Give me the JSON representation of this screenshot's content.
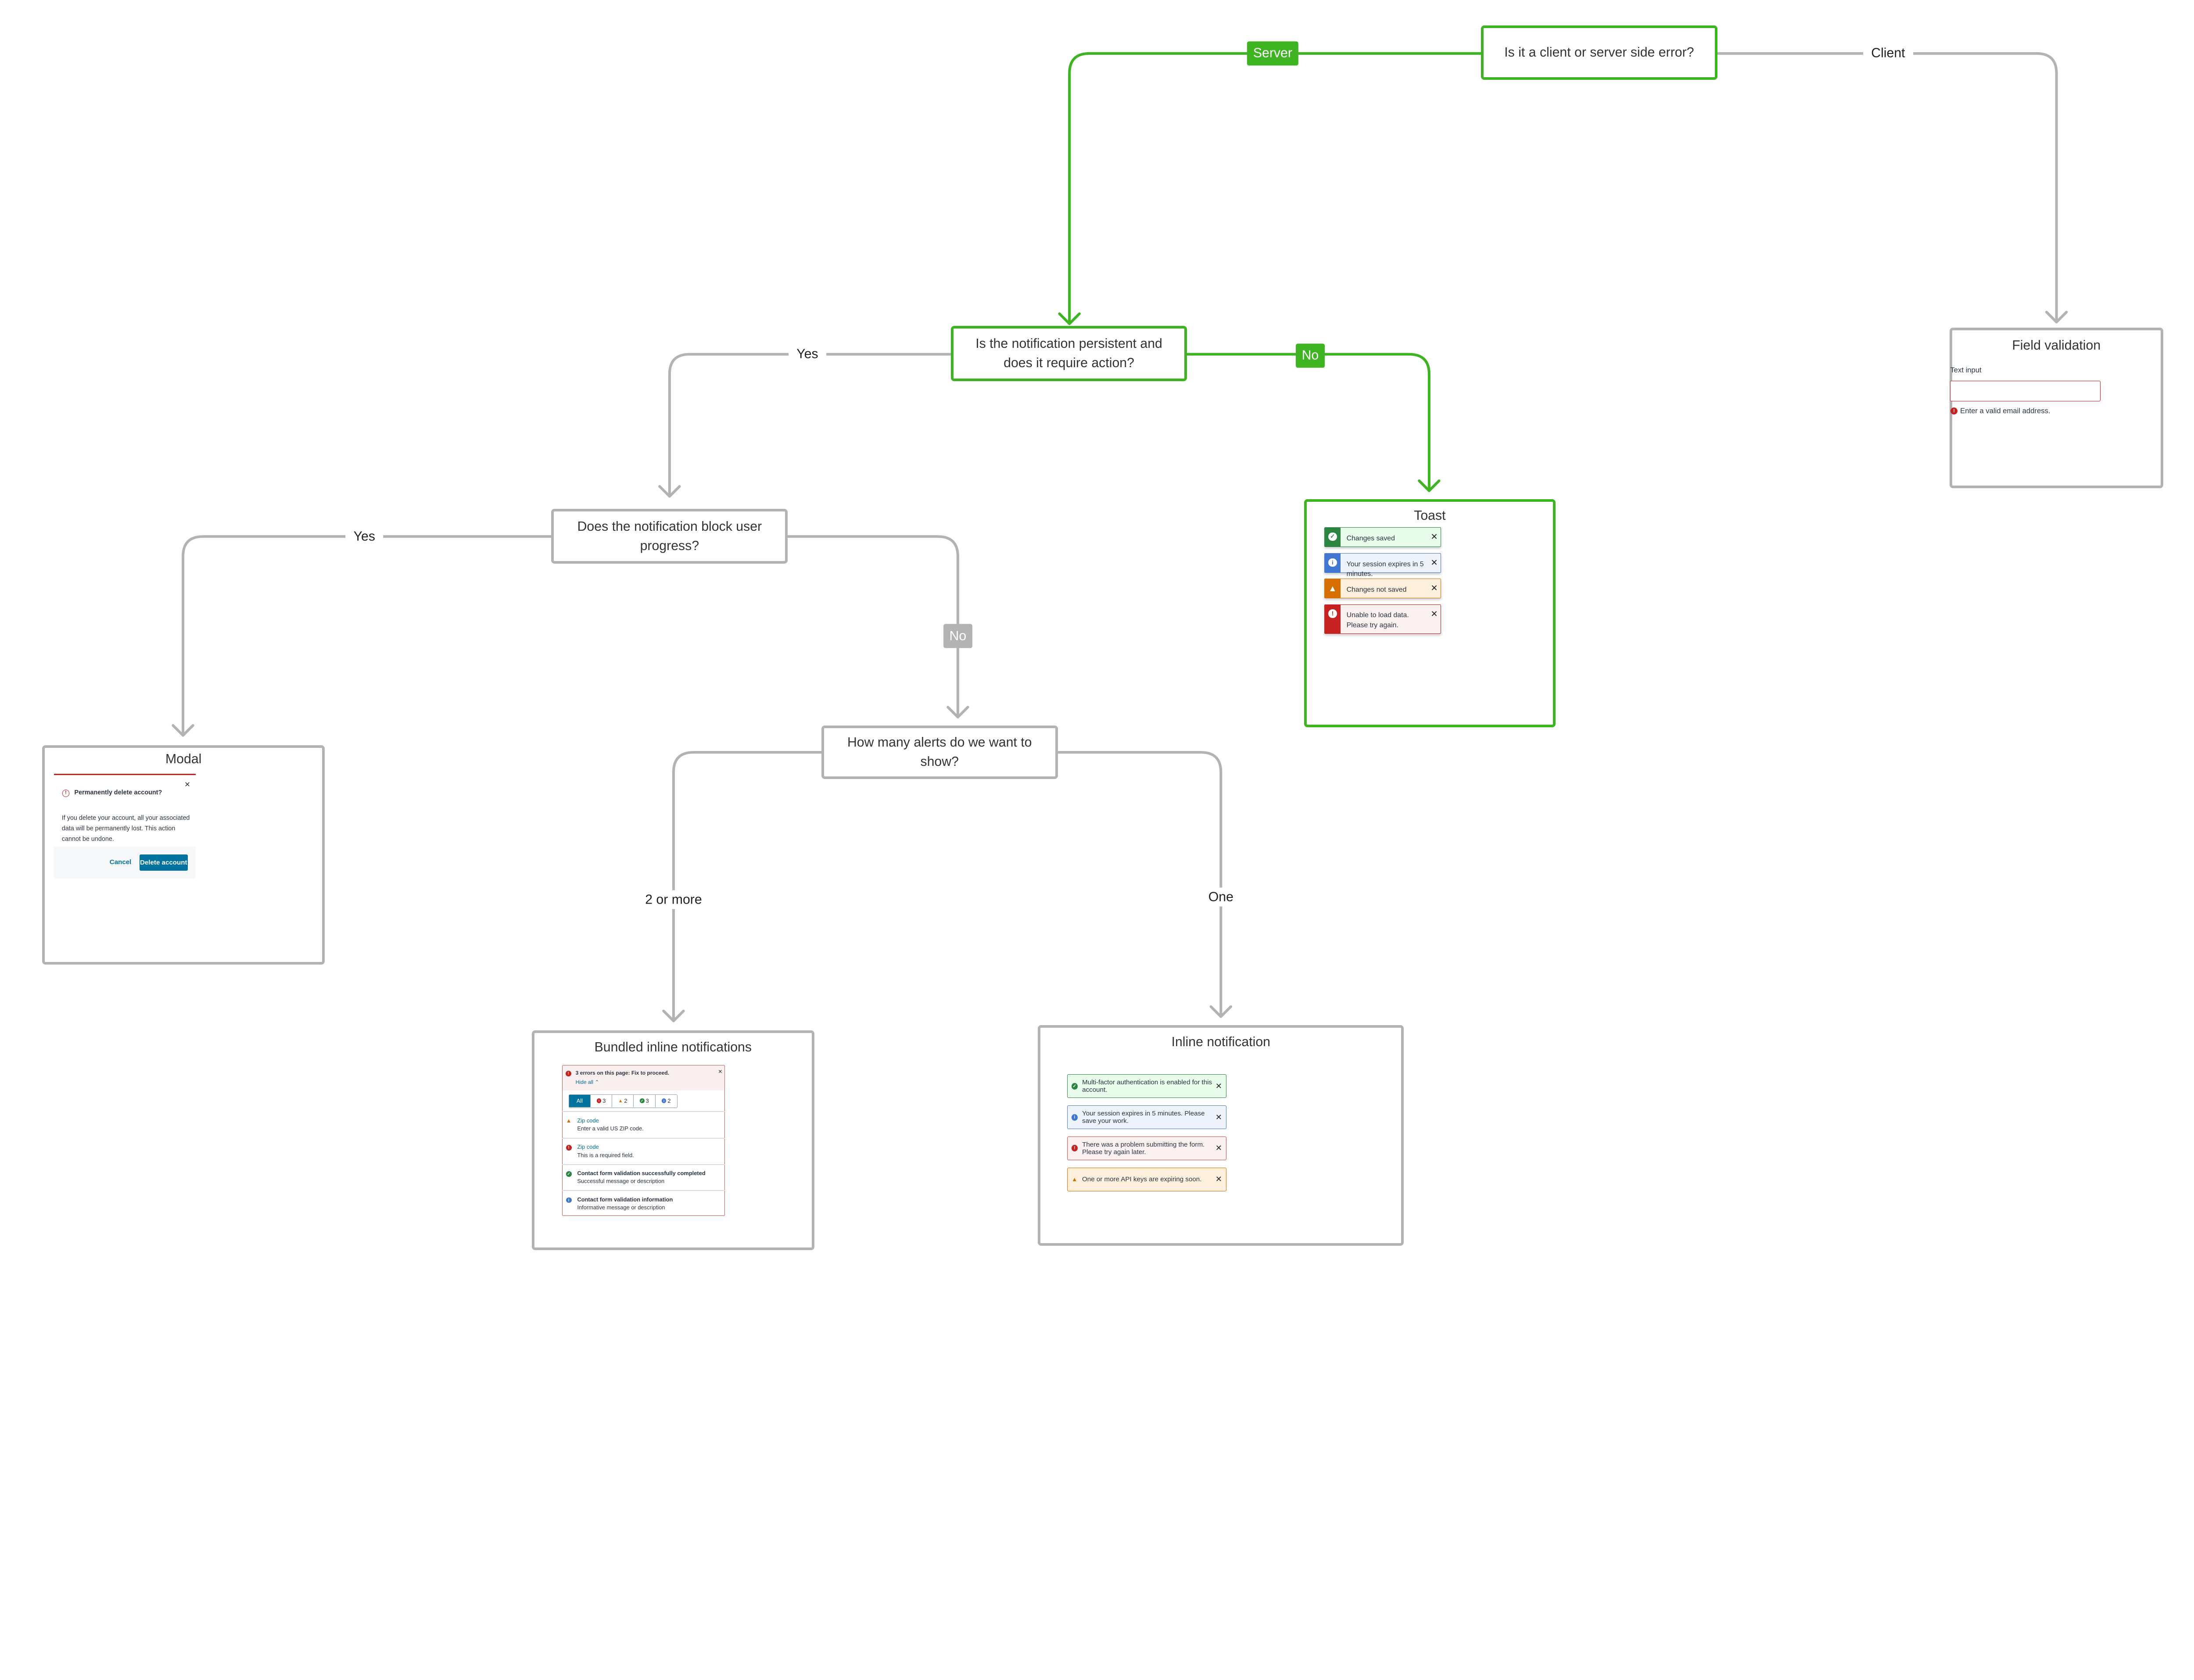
{
  "colors": {
    "green": "#3fb422",
    "gray": "#b3b3b3",
    "teal": "#0072a0",
    "error": "#c62222",
    "warning": "#d66e00",
    "success": "#2b8540",
    "info": "#4276d3"
  },
  "nodes": {
    "q1": "Is it a client or server side error?",
    "q2": "Is the notification persistent and does it require action?",
    "q3": "Does the notification block user progress?",
    "q4": "How many alerts do we want to show?"
  },
  "edges": {
    "server": "Server",
    "client": "Client",
    "q2_yes": "Yes",
    "q2_no": "No",
    "q3_yes": "Yes",
    "q3_no": "No",
    "q4_many": "2 or more",
    "q4_one": "One"
  },
  "field_validation": {
    "title": "Field validation",
    "label": "Text input",
    "value": "",
    "error": "Enter a valid email address."
  },
  "toast": {
    "title": "Toast",
    "items": [
      {
        "type": "success",
        "icon": "check-circle-icon",
        "text": "Changes saved"
      },
      {
        "type": "info",
        "icon": "info-icon",
        "text": "Your session expires in 5 minutes."
      },
      {
        "type": "warning",
        "icon": "warning-icon",
        "text": "Changes not saved"
      },
      {
        "type": "error",
        "icon": "error-icon",
        "text": "Unable to load data. Please try again."
      }
    ]
  },
  "modal": {
    "title": "Modal",
    "heading": "Permanently delete account?",
    "body": "If you delete your account, all your associated data will be permanently lost. This action cannot be undone.",
    "cancel": "Cancel",
    "confirm": "Delete account"
  },
  "bundled": {
    "title": "Bundled inline notifications",
    "header": "3 errors on this page: Fix to proceed.",
    "toggle": "Hide all",
    "tabs": [
      {
        "label": "All"
      },
      {
        "icon": "error-icon",
        "count": "3"
      },
      {
        "icon": "warning-icon",
        "count": "2"
      },
      {
        "icon": "success-icon",
        "count": "3"
      },
      {
        "icon": "info-icon",
        "count": "2"
      }
    ],
    "items": [
      {
        "type": "warning",
        "title": "Zip code",
        "desc": "Enter a valid US ZIP code."
      },
      {
        "type": "error",
        "title": "Zip code",
        "desc": "This is a required field."
      },
      {
        "type": "success",
        "title": "Contact form validation successfully completed",
        "desc": "Successful message or description"
      },
      {
        "type": "info",
        "title": "Contact form validation information",
        "desc": "Informative message or description"
      }
    ]
  },
  "inline": {
    "title": "Inline notification",
    "items": [
      {
        "type": "success",
        "text": "Multi-factor authentication is enabled for this account."
      },
      {
        "type": "info",
        "text": "Your session expires in 5 minutes. Please save your work."
      },
      {
        "type": "error",
        "text": "There was a problem submitting the form. Please try again later."
      },
      {
        "type": "warning",
        "text": "One or more API keys are expiring soon."
      }
    ]
  },
  "close_glyph": "✕"
}
